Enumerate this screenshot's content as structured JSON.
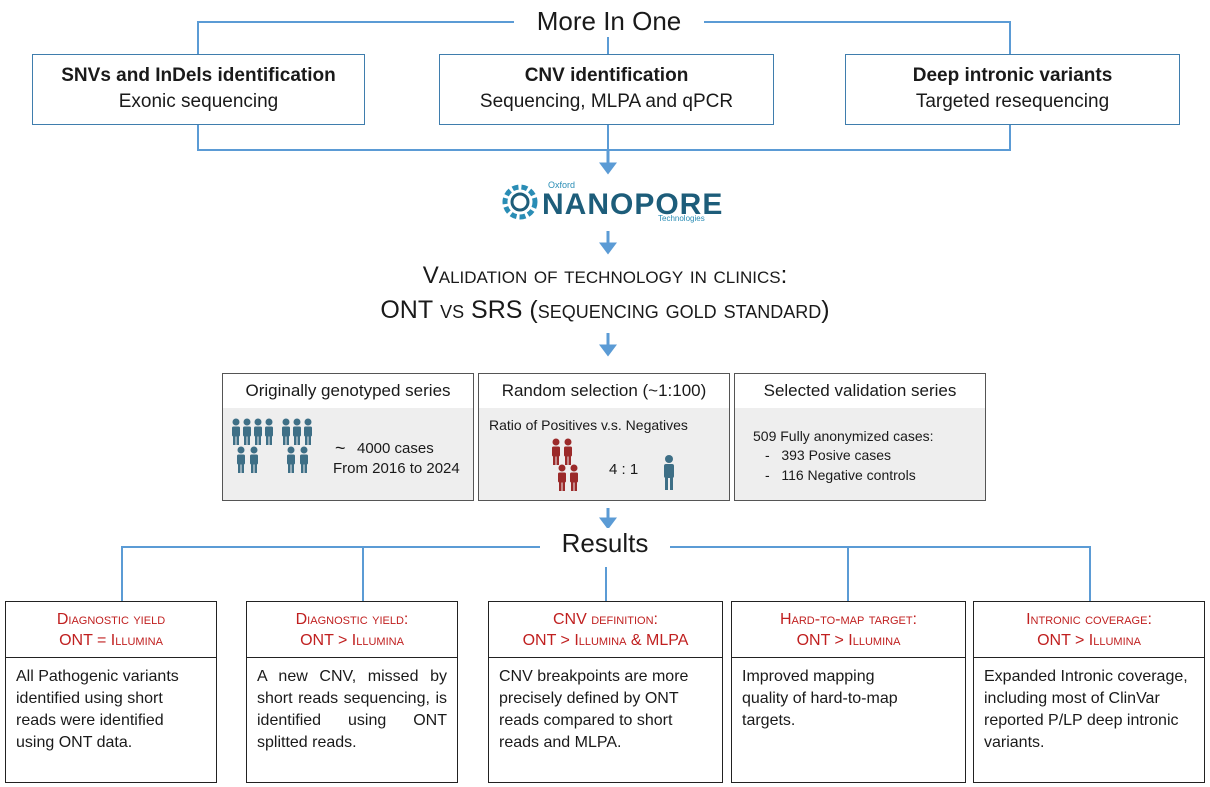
{
  "top": {
    "title": "More In One",
    "boxes": [
      {
        "bold": "SNVs and InDels identification",
        "sub": "Exonic sequencing"
      },
      {
        "bold": "CNV identification",
        "sub": "Sequencing, MLPA and qPCR"
      },
      {
        "bold": "Deep intronic variants",
        "sub": "Targeted resequencing"
      }
    ]
  },
  "logo": {
    "small_top": "Oxford",
    "word": "NANOPORE",
    "small_bottom": "Technologies"
  },
  "validation": {
    "line1": "Validation of technology in clinics:",
    "line2_a": "ONT",
    "line2_b": " vs ",
    "line2_c": "SRS",
    "line2_d": " (sequencing gold standard)"
  },
  "panels": {
    "original": {
      "title": "Originally genotyped series",
      "tilde": "~",
      "cases": "4000 cases",
      "range": "From 2016 to 2024"
    },
    "random": {
      "title": "Random selection (~1:100)",
      "ratio_label": "Ratio of Positives v.s. Negatives",
      "ratio": "4 : 1"
    },
    "selected": {
      "title": "Selected validation series",
      "line1": "509 Fully anonymized cases:",
      "item1": "-   393 Posive cases",
      "item2": "-   116 Negative controls"
    }
  },
  "results": {
    "title": "Results",
    "boxes": [
      {
        "head1": "Diagnostic yield",
        "head2": "ONT = Illumina",
        "body": "All Pathogenic variants identified using short reads were identified using ONT data."
      },
      {
        "head1": "Diagnostic yield:",
        "head2": "ONT > Illumina",
        "body": "A new CNV, missed by short reads sequencing, is identified using ONT splitted reads."
      },
      {
        "head1": "CNV definition:",
        "head2": "ONT > Illumina & MLPA",
        "body": "CNV breakpoints are more precisely defined by ONT reads compared to short reads and MLPA."
      },
      {
        "head1": "Hard-to-map target:",
        "head2": "ONT > Illumina",
        "body": "Improved mapping quality of hard-to-map targets."
      },
      {
        "head1": "Intronic coverage:",
        "head2": "ONT > Illumina",
        "body": "Expanded Intronic coverage, including most of ClinVar reported P/LP deep intronic variants."
      }
    ]
  },
  "colors": {
    "connector": "#5b9bd5",
    "accent_red": "#c02020",
    "person_blue": "#3e6f86",
    "person_red": "#9b2a2a"
  },
  "icons": [
    "people-group-icon",
    "person-positive-icon",
    "person-negative-icon",
    "down-arrow-icon",
    "nanopore-logo-icon"
  ]
}
